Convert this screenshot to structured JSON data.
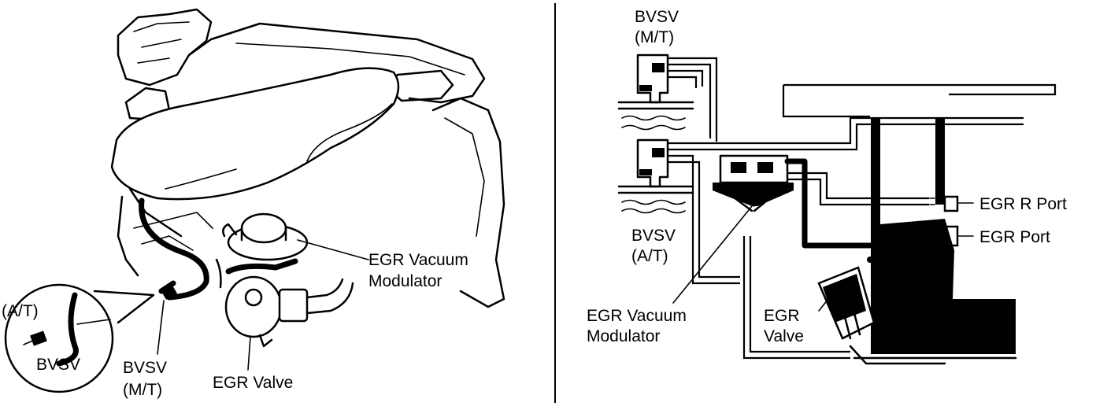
{
  "left_view": {
    "labels": {
      "bvsv_at_inset_mode": "(A/T)",
      "bvsv_at_inset": "BVSV",
      "bvsv_mt_line1": "BVSV",
      "bvsv_mt_line2": "(M/T)",
      "egr_valve": "EGR Valve",
      "egr_vacuum_modulator_line1": "EGR Vacuum",
      "egr_vacuum_modulator_line2": "Modulator"
    }
  },
  "right_view": {
    "labels": {
      "bvsv_mt_line1": "BVSV",
      "bvsv_mt_line2": "(M/T)",
      "bvsv_at_line1": "BVSV",
      "bvsv_at_line2": "(A/T)",
      "egr_vacuum_modulator_line1": "EGR Vacuum",
      "egr_vacuum_modulator_line2": "Modulator",
      "egr_valve_line1": "EGR",
      "egr_valve_line2": "Valve",
      "egr_r_port": "EGR R Port",
      "egr_port": "EGR Port"
    }
  }
}
